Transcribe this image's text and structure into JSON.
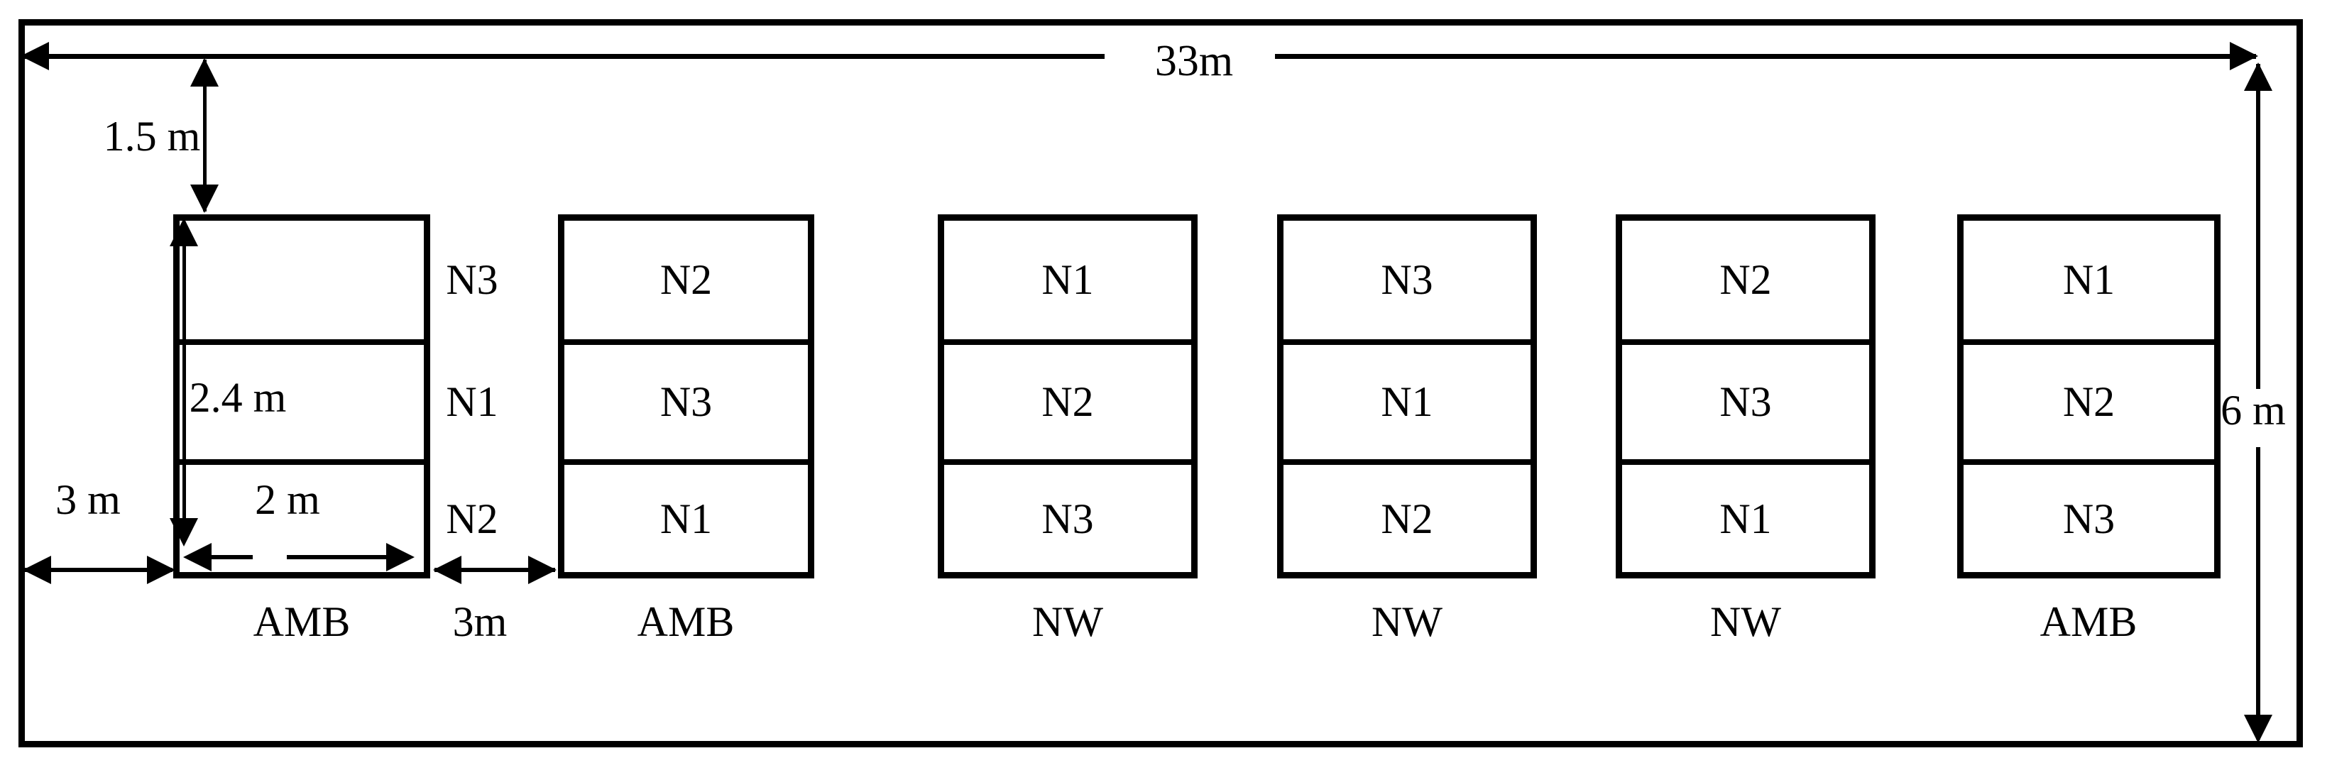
{
  "figure": {
    "description": "Experimental field plot layout diagram",
    "ink_color": "#000000",
    "background_color": "#ffffff"
  },
  "dimensions": {
    "field_width": "33m",
    "top_offset": "1.5 m",
    "plot_height": "2.4 m",
    "plot_width": "2 m",
    "left_margin": "3 m",
    "block_gap": "3m",
    "field_height": "6 m"
  },
  "blocks": [
    {
      "footer": "AMB",
      "cells": [
        "",
        "",
        ""
      ],
      "side_labels": [
        "N3",
        "N1",
        "N2"
      ]
    },
    {
      "footer": "AMB",
      "cells": [
        "N2",
        "N3",
        "N1"
      ]
    },
    {
      "footer": "NW",
      "cells": [
        "N1",
        "N2",
        "N3"
      ]
    },
    {
      "footer": "NW",
      "cells": [
        "N3",
        "N1",
        "N2"
      ]
    },
    {
      "footer": "NW",
      "cells": [
        "N2",
        "N3",
        "N1"
      ]
    },
    {
      "footer": "AMB",
      "cells": [
        "N1",
        "N2",
        "N3"
      ]
    }
  ]
}
